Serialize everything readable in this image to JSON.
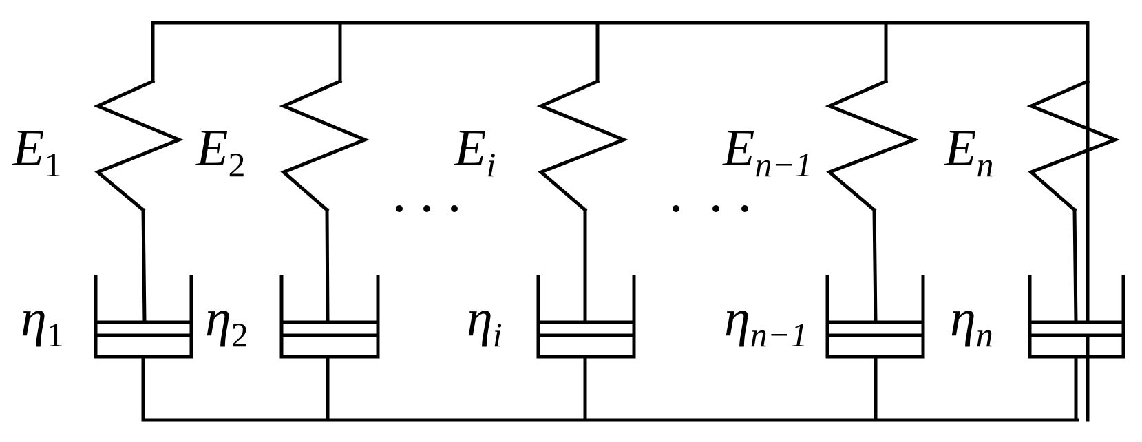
{
  "elements": [
    {
      "id": "1",
      "spring_label": {
        "symbol": "E",
        "subscript": "1"
      },
      "dashpot_label": {
        "symbol": "η",
        "subscript": "1"
      }
    },
    {
      "id": "2",
      "spring_label": {
        "symbol": "E",
        "subscript": "2"
      },
      "dashpot_label": {
        "symbol": "η",
        "subscript": "2"
      }
    },
    {
      "id": "i",
      "spring_label": {
        "symbol": "E",
        "subscript": "i"
      },
      "dashpot_label": {
        "symbol": "η",
        "subscript": "i"
      }
    },
    {
      "id": "n-1",
      "spring_label": {
        "symbol": "E",
        "subscript": "n−1"
      },
      "dashpot_label": {
        "symbol": "η",
        "subscript": "n−1"
      }
    },
    {
      "id": "n",
      "spring_label": {
        "symbol": "E",
        "subscript": "n"
      },
      "dashpot_label": {
        "symbol": "η",
        "subscript": "n"
      }
    }
  ],
  "ellipsis_marks": [
    "⋯",
    "⋯"
  ],
  "colors": {
    "stroke": "#000000",
    "background": "#ffffff"
  }
}
